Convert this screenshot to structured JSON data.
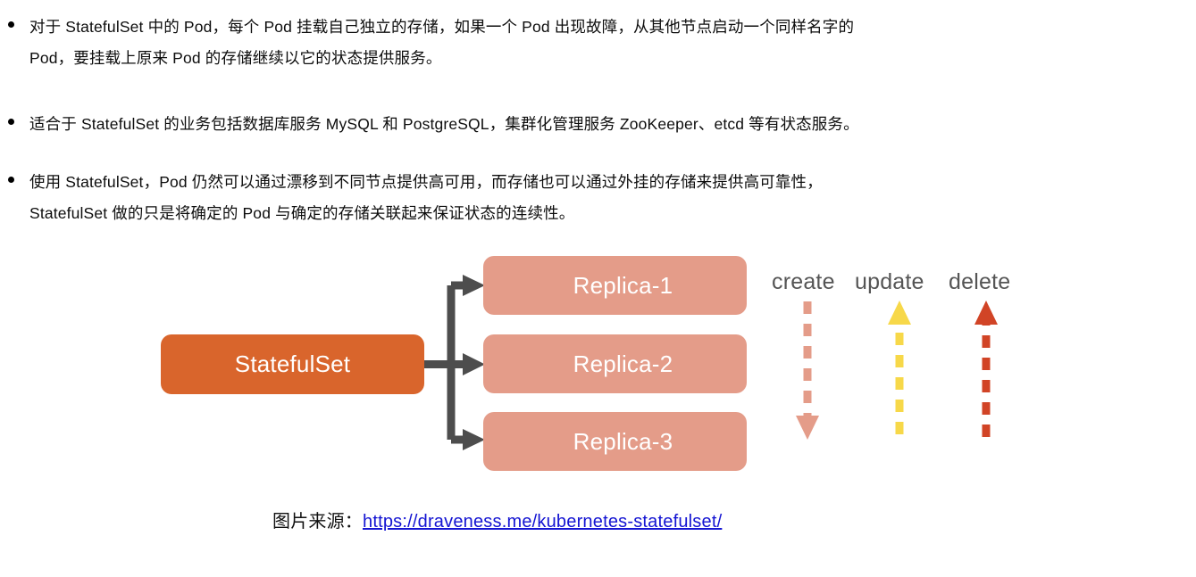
{
  "slide": {
    "bullets": [
      "对于 StatefulSet 中的 Pod，每个 Pod 挂载自己独立的存储，如果一个 Pod 出现故障，从其他节点启动一个同样名字的\nPod，要挂载上原来 Pod 的存储继续以它的状态提供服务。",
      "适合于 StatefulSet 的业务包括数据库服务 MySQL 和 PostgreSQL，集群化管理服务 ZooKeeper、etcd 等有状态服务。",
      "使用 StatefulSet，Pod 仍然可以通过漂移到不同节点提供高可用，而存储也可以通过外挂的存储来提供高可靠性，\nStatefulSet  做的只是将确定的 Pod 与确定的存储关联起来保证状态的连续性。"
    ],
    "diagram": {
      "main_node": "StatefulSet",
      "replicas": [
        "Replica-1",
        "Replica-2",
        "Replica-3"
      ],
      "operations": [
        {
          "label": "create",
          "direction": "down",
          "color": "#e49c89"
        },
        {
          "label": "update",
          "direction": "up",
          "color": "#f7d849"
        },
        {
          "label": "delete",
          "direction": "up",
          "color": "#d14426"
        }
      ],
      "colors": {
        "main_node": "#d9652c",
        "replica_node": "#e49c89",
        "connector": "#4d4d4d",
        "op_label": "#555555"
      }
    },
    "caption": {
      "prefix": "图片来源：",
      "link_text": "https://draveness.me/kubernetes-statefulset/",
      "link_color": "#1414d2"
    }
  }
}
